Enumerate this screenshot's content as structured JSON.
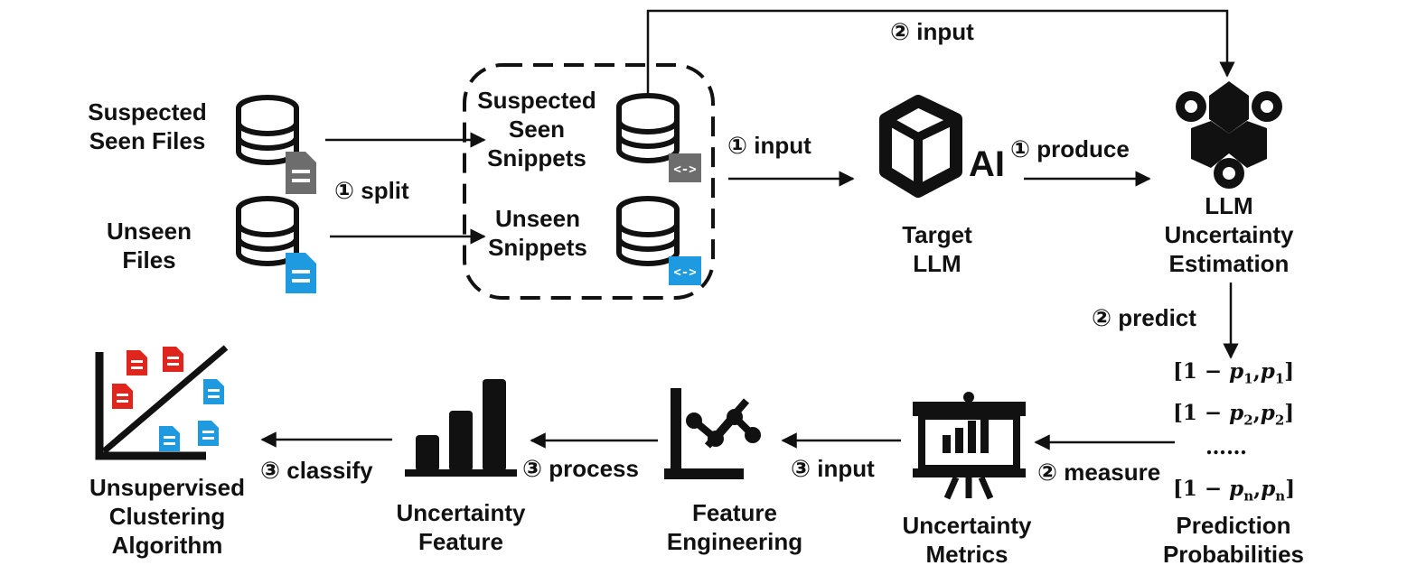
{
  "nodes": {
    "suspected_seen_files": [
      "Suspected",
      "Seen Files"
    ],
    "unseen_files": [
      "Unseen",
      "Files"
    ],
    "suspected_seen_snippets": [
      "Suspected",
      "Seen",
      "Snippets"
    ],
    "unseen_snippets": [
      "Unseen",
      "Snippets"
    ],
    "target_llm": [
      "Target",
      "LLM"
    ],
    "target_llm_icon_text": "AI",
    "llm_uncertainty_estimation": [
      "LLM",
      "Uncertainty",
      "Estimation"
    ],
    "prediction_probabilities": [
      "Prediction",
      "Probabilities"
    ],
    "uncertainty_metrics": [
      "Uncertainty",
      "Metrics"
    ],
    "feature_engineering": [
      "Feature",
      "Engineering"
    ],
    "uncertainty_feature": [
      "Uncertainty",
      "Feature"
    ],
    "unsupervised_clustering": [
      "Unsupervised",
      "Clustering",
      "Algorithm"
    ]
  },
  "edges": {
    "split": "① split",
    "input_1": "① input",
    "produce": "① produce",
    "input_2": "② input",
    "predict": "② predict",
    "measure": "② measure",
    "input_3": "③ input",
    "process": "③ process",
    "classify": "③ classify"
  },
  "probabilities": {
    "row1": {
      "open": "[1 − ",
      "p": "p",
      "sub": "1",
      "mid": ",",
      "p2": "p",
      "sub2": "1",
      "close": "]"
    },
    "row2": {
      "open": "[1 − ",
      "p": "p",
      "sub": "2",
      "mid": ",",
      "p2": "p",
      "sub2": "2",
      "close": "]"
    },
    "ellipsis": "……",
    "rown": {
      "open": "[1 − ",
      "p": "p",
      "sub": "n",
      "mid": ",",
      "p2": "p",
      "sub2": "n",
      "close": "]"
    }
  },
  "colors": {
    "seen": "#6d6d6d",
    "unseen": "#1e9ae0",
    "seen_scatter": "#e0261c",
    "unseen_scatter": "#1e9ae0",
    "ink": "#111111"
  }
}
